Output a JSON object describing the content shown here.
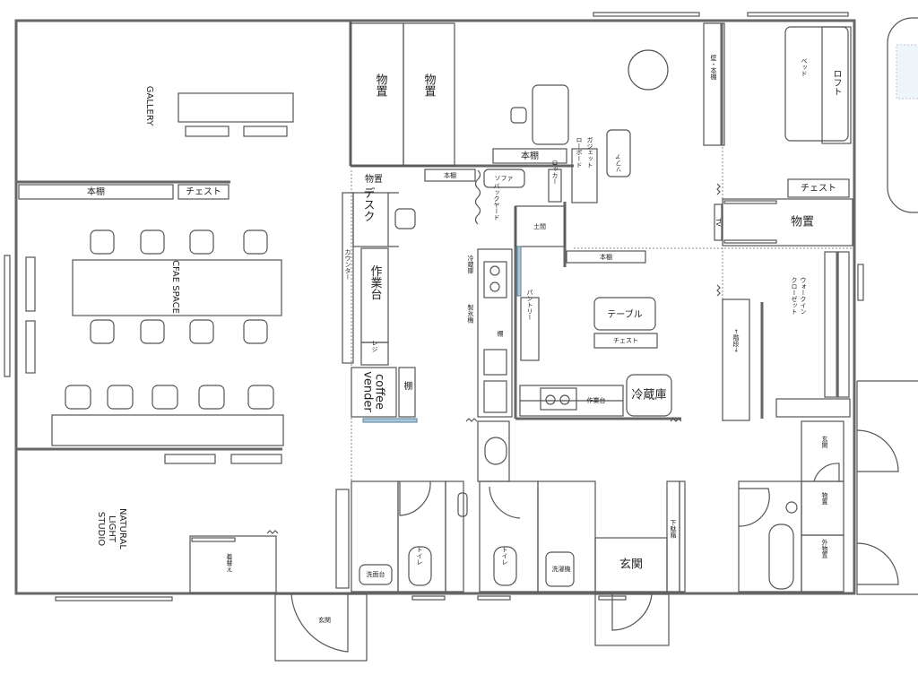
{
  "rooms": {
    "gallery": "GALLERY",
    "cafe_space": "CFAE SPACE",
    "studio_line1": "NATURAL",
    "studio_line2": "LIGHT",
    "studio_line3": "STUDIO",
    "backyard": "バックヤード",
    "walk_in_closet_1": "ウォークイン",
    "walk_in_closet_2": "クローゼット"
  },
  "furniture": {
    "bookshelf_left": "本棚",
    "chest_left": "チェスト",
    "changing": "着替え",
    "entrance_left": "玄関",
    "storage_1": "物置",
    "storage_2": "物置",
    "storage_small": "物置",
    "bookshelf_top": "本棚",
    "bookshelf_small": "本棚",
    "sofa_small": "ソファ",
    "locker": "ロッカー",
    "gadget_1": "ガジェット",
    "gadget_2": "ローボード",
    "sofa_vertical": "ソファ",
    "wall_shelf": "壁・本棚",
    "bed": "ベッド",
    "loft": "ロフト",
    "chest_right": "チェスト",
    "storage_right": "物置",
    "tv": "TV",
    "stairs": "←階段→",
    "desk": "デスク",
    "counter": "カウンター",
    "workbench": "作業台",
    "register": "レジ",
    "coffee_1": "coffee",
    "coffee_2": "vender",
    "shelf": "棚",
    "fridge_v": "冷蔵庫",
    "ice_maker": "製氷機",
    "shelf_kitchen": "棚",
    "doma": "土間",
    "bookshelf_mid": "本棚",
    "pantry": "パントリー",
    "table": "テーブル",
    "chest_mid": "チェスト",
    "workbench_kitchen": "作業台",
    "fridge": "冷蔵庫",
    "washbasin": "洗面台",
    "toilet_1": "トイレ",
    "toilet_2": "トイレ",
    "washer": "洗濯機",
    "entrance_mid": "玄関",
    "shoe_box": "下駄箱",
    "storage_bath": "物置",
    "outdoor_storage": "外物置",
    "entrance_right": "玄関"
  }
}
